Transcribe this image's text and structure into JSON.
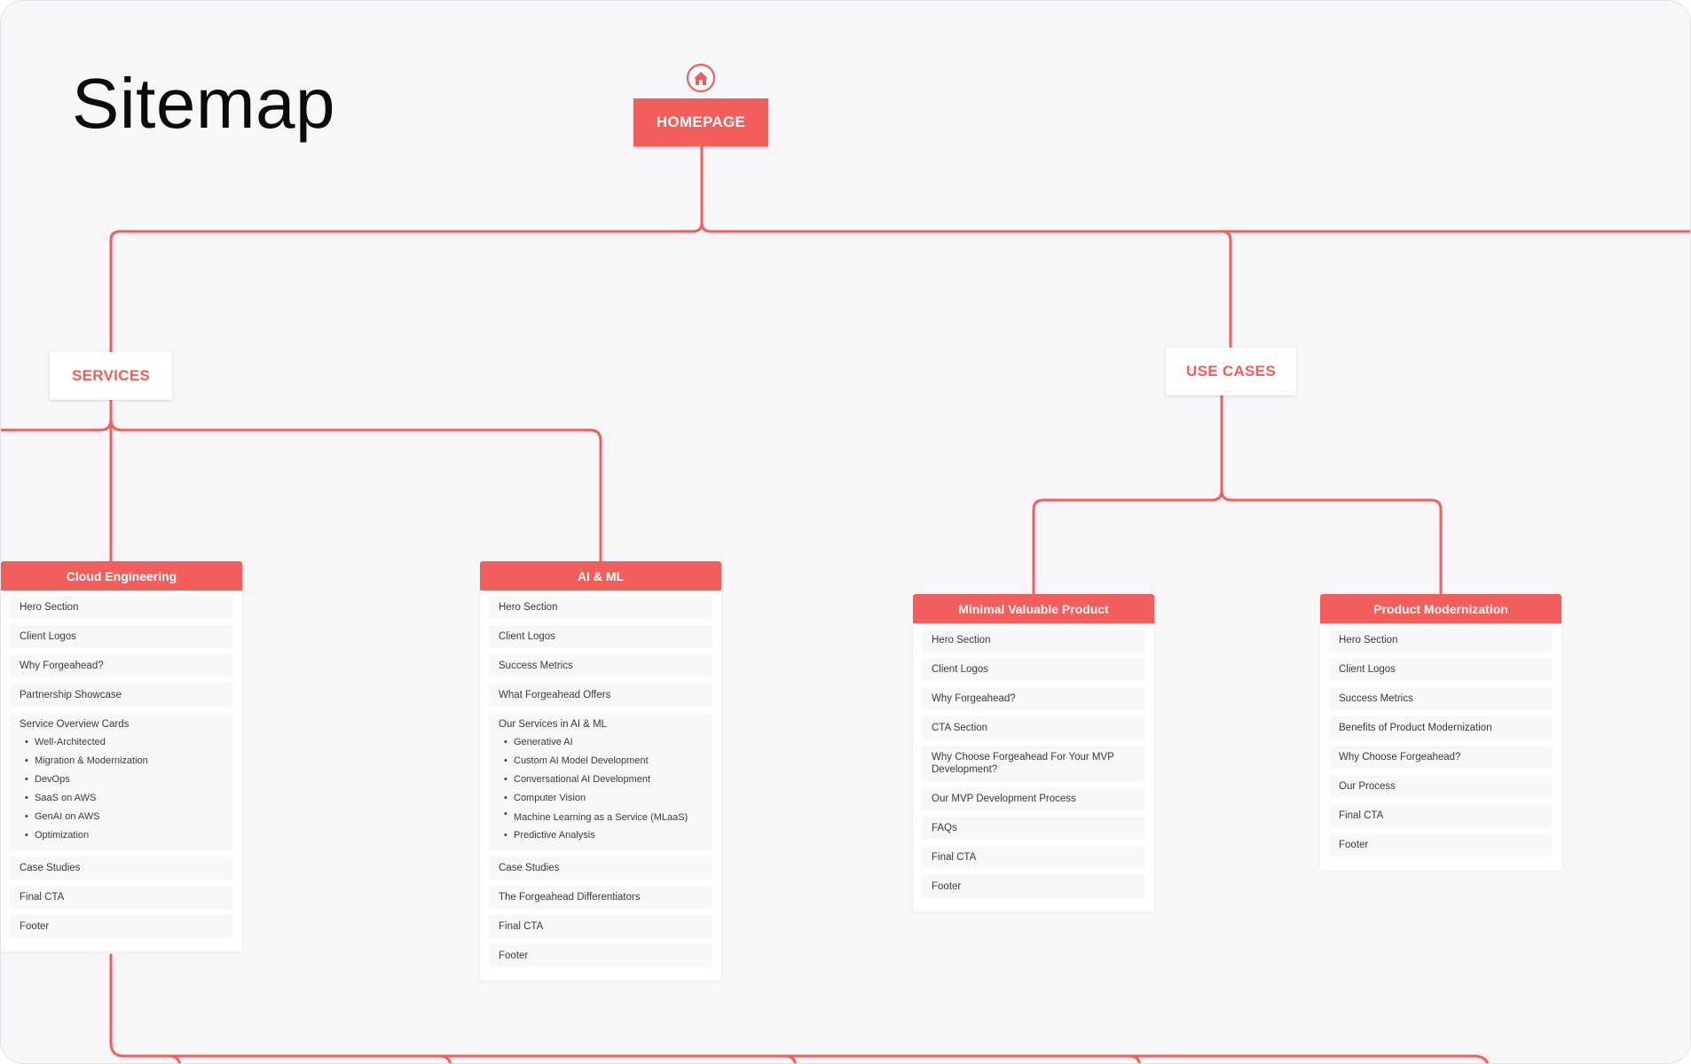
{
  "title": "Sitemap",
  "colors": {
    "accent": "#f15e5b",
    "background": "#f7f6f9",
    "card_item": "#f8f7fa"
  },
  "home": {
    "icon": "home-icon",
    "label": "HOMEPAGE"
  },
  "sections": {
    "services": "SERVICES",
    "use_cases": "USE CASES"
  },
  "pages": {
    "cloud": {
      "title": "Cloud Engineering",
      "items": [
        {
          "label": "Hero Section"
        },
        {
          "label": "Client Logos"
        },
        {
          "label": "Why Forgeahead?"
        },
        {
          "label": "Partnership Showcase"
        },
        {
          "label": "Service Overview Cards",
          "sub": [
            "Well-Architected",
            "Migration & Modernization",
            "DevOps",
            "SaaS on AWS",
            "GenAI on AWS",
            "Optimization"
          ]
        },
        {
          "label": "Case Studies"
        },
        {
          "label": "Final CTA"
        },
        {
          "label": "Footer"
        }
      ]
    },
    "ai": {
      "title": "AI & ML",
      "items": [
        {
          "label": "Hero Section"
        },
        {
          "label": "Client Logos"
        },
        {
          "label": "Success Metrics"
        },
        {
          "label": "What Forgeahead Offers"
        },
        {
          "label": "Our Services in AI & ML",
          "sub": [
            "Generative AI",
            "Custom AI Model Development",
            "Conversational AI Development",
            "Computer Vision",
            "Machine Learning as a Service (MLaaS)",
            "Predictive Analysis"
          ]
        },
        {
          "label": "Case Studies"
        },
        {
          "label": "The Forgeahead Differentiators"
        },
        {
          "label": "Final CTA"
        },
        {
          "label": "Footer"
        }
      ]
    },
    "mvp": {
      "title": "Minimal Valuable Product",
      "items": [
        {
          "label": "Hero Section"
        },
        {
          "label": "Client Logos"
        },
        {
          "label": "Why Forgeahead?"
        },
        {
          "label": "CTA Section"
        },
        {
          "label": "Why Choose Forgeahead For Your MVP Development?"
        },
        {
          "label": "Our MVP Development Process"
        },
        {
          "label": "FAQs"
        },
        {
          "label": "Final CTA"
        },
        {
          "label": "Footer"
        }
      ]
    },
    "pm": {
      "title": "Product Modernization",
      "items": [
        {
          "label": "Hero Section"
        },
        {
          "label": "Client Logos"
        },
        {
          "label": "Success Metrics"
        },
        {
          "label": "Benefits of Product Modernization"
        },
        {
          "label": "Why Choose Forgeahead?"
        },
        {
          "label": "Our Process"
        },
        {
          "label": "Final CTA"
        },
        {
          "label": "Footer"
        }
      ]
    }
  }
}
